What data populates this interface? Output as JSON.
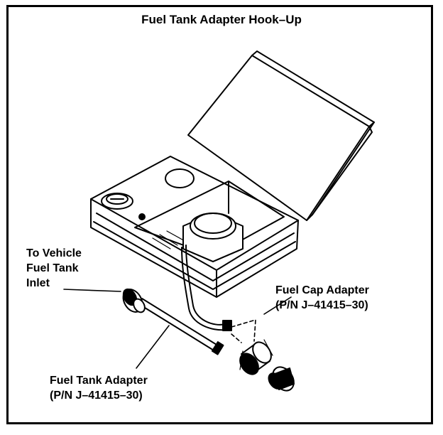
{
  "title": "Fuel Tank Adapter Hook–Up",
  "labels": {
    "inlet_line1": "To Vehicle",
    "inlet_line2": "Fuel Tank",
    "inlet_line3": "Inlet",
    "cap_adapter_line1": "Fuel Cap Adapter",
    "cap_adapter_line2": "(P/N J–41415–30)",
    "tank_adapter_line1": "Fuel Tank Adapter",
    "tank_adapter_line2": "(P/N J–41415–30)"
  },
  "colors": {
    "ink": "#000000",
    "paper": "#ffffff"
  }
}
